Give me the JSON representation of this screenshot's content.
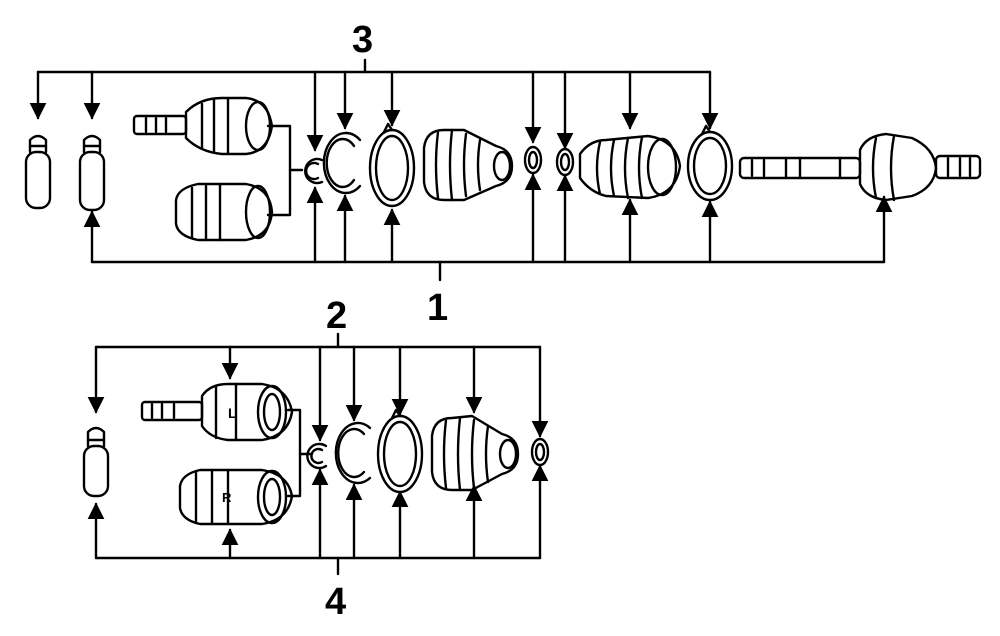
{
  "diagram": {
    "callouts": [
      {
        "id": "c1",
        "label": "1"
      },
      {
        "id": "c2",
        "label": "2"
      },
      {
        "id": "c3",
        "label": "3"
      },
      {
        "id": "c4",
        "label": "4"
      }
    ],
    "colors": {
      "line": "#000000",
      "background": "#ffffff"
    },
    "parts": [
      "grease-tube",
      "outer-joint",
      "inner-joint",
      "snap-ring",
      "circlip",
      "boot-clamp",
      "boot",
      "small-clamp",
      "axle-shaft"
    ]
  }
}
